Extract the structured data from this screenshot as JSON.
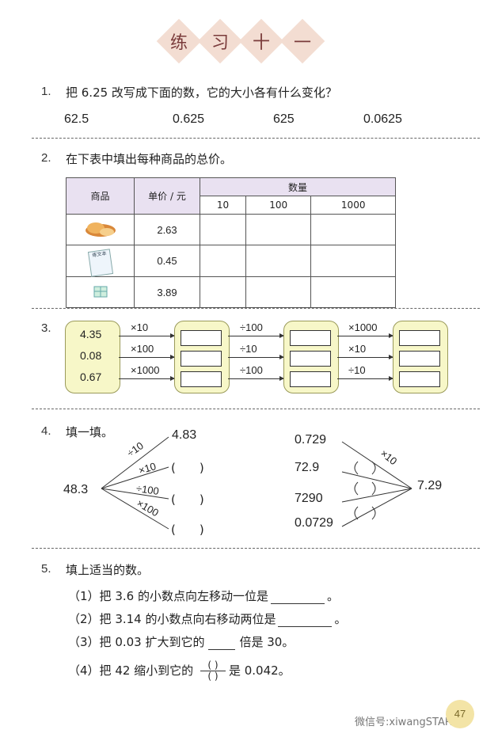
{
  "title": [
    "练",
    "习",
    "十",
    "一"
  ],
  "q1": {
    "num": "1.",
    "text": "把 6.25 改写成下面的数，它的大小各有什么变化？",
    "values": [
      "62.5",
      "0.625",
      "625",
      "0.0625"
    ]
  },
  "q2": {
    "num": "2.",
    "text": "在下表中填出每种商品的总价。",
    "headers": {
      "goods": "商品",
      "price": "单价 / 元",
      "qty": "数量"
    },
    "qty_cols": [
      "10",
      "100",
      "1000"
    ],
    "rows": [
      {
        "icon": "bread-icon",
        "price": "2.63"
      },
      {
        "icon": "notebook-icon",
        "price": "0.45",
        "icon_text": "练文本"
      },
      {
        "icon": "gift-icon",
        "price": "3.89"
      }
    ]
  },
  "q3": {
    "num": "3.",
    "start_values": [
      "4.35",
      "0.08",
      "0.67"
    ],
    "ops1": [
      "×10",
      "×100",
      "×1000"
    ],
    "ops2": [
      "÷100",
      "÷10",
      "÷100"
    ],
    "ops3": [
      "×1000",
      "×10",
      "÷10"
    ]
  },
  "q4": {
    "num": "4.",
    "text": "填一填。",
    "left": {
      "center": "48.3",
      "ops": [
        "÷10",
        "×10",
        "÷100",
        "×100"
      ],
      "results": [
        "4.83",
        "(　　)",
        "(　　)",
        "(　　)"
      ]
    },
    "right": {
      "center": "7.29",
      "values": [
        "0.729",
        "72.9",
        "7290",
        "0.0729"
      ],
      "op": "×10"
    }
  },
  "q5": {
    "num": "5.",
    "text": "填上适当的数。",
    "items": [
      {
        "label": "（1）",
        "pre": "把 3.6 的小数点向左移动一位是",
        "post": "。"
      },
      {
        "label": "（2）",
        "pre": "把 3.14 的小数点向右移动两位是",
        "post": "。"
      },
      {
        "label": "（3）",
        "pre": "把 0.03 扩大到它的",
        "post": "倍是 30。"
      },
      {
        "label": "（4）",
        "pre": "把 42 缩小到它的",
        "post": "是 0.042。"
      }
    ]
  },
  "page_number": "47",
  "watermark": "微信号:xiwangSTAR"
}
